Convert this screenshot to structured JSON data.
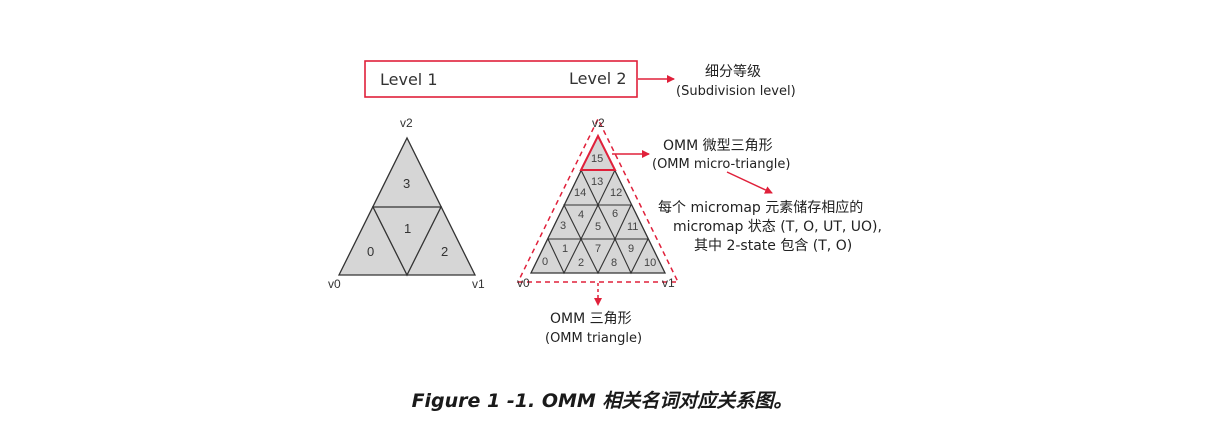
{
  "levels": {
    "level1": "Level 1",
    "level2": "Level 2"
  },
  "annotations": {
    "subdivision_zh": "细分等级",
    "subdivision_en": "(Subdivision level)",
    "micro_zh": "OMM 微型三角形",
    "micro_en": "(OMM micro-triangle)",
    "state_line1": "每个 micromap 元素储存相应的",
    "state_line2": "micromap 状态 (T, O, UT, UO),",
    "state_line3": "其中 2-state 包含 (T, O)",
    "omm_tri_zh": "OMM 三角形",
    "omm_tri_en": "(OMM triangle)"
  },
  "vertices": {
    "v0": "v0",
    "v1": "v1",
    "v2": "v2"
  },
  "level1_indices": [
    "0",
    "1",
    "2",
    "3"
  ],
  "level2_indices": [
    "0",
    "1",
    "2",
    "3",
    "4",
    "5",
    "6",
    "7",
    "8",
    "9",
    "10",
    "11",
    "12",
    "13",
    "14",
    "15"
  ],
  "caption": "Figure 1 -1. OMM 相关名词对应关系图。",
  "colors": {
    "accent": "#e0203a",
    "fill": "#d6d6d6",
    "stroke": "#333333"
  }
}
